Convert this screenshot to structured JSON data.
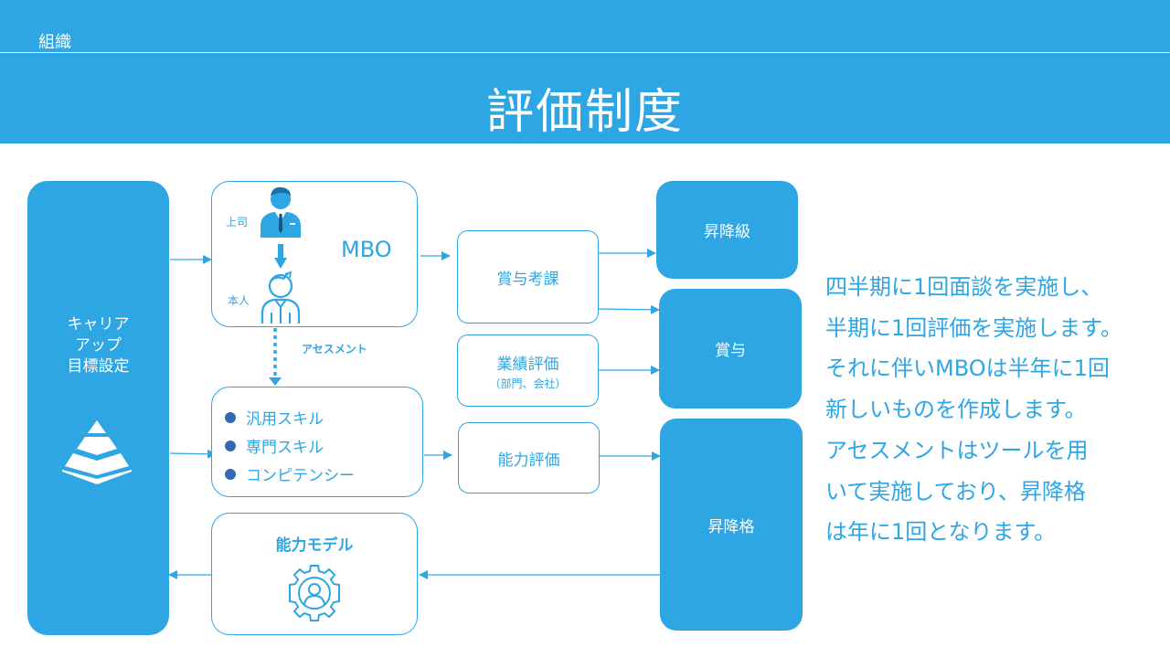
{
  "header": {
    "section_label": "組織",
    "title": "評価制度"
  },
  "career": {
    "lines": [
      "キャリア",
      "アップ",
      "目標設定"
    ],
    "icon": "pyramid-icon"
  },
  "mbo": {
    "label": "MBO",
    "boss_label": "上司",
    "self_label": "本人",
    "icons": [
      "businessman-icon",
      "employee-icon"
    ]
  },
  "assessment_label": "アセスメント",
  "skills": {
    "items": [
      "汎用スキル",
      "専門スキル",
      "コンピテンシー"
    ]
  },
  "ability_model": {
    "title": "能力モデル",
    "icon": "gear-person-icon"
  },
  "middle": {
    "bonus_review": "賞与考課",
    "performance": "業績評価",
    "performance_note": "（部門、会社）",
    "ability": "能力評価"
  },
  "outcomes": {
    "grade_change": "昇降級",
    "bonus": "賞与",
    "rank_change": "昇降格"
  },
  "description": {
    "lines": [
      "四半期に1回面談を実施し、",
      "半期に1回評価を実施します。",
      "それに伴いMBOは半年に1回",
      "新しいものを作成します。",
      "アセスメントはツールを用",
      "いて実施しており、昇降格",
      "は年に1回となります。"
    ]
  },
  "colors": {
    "accent": "#2ea6e4",
    "bullet": "#2f6bb5",
    "background": "#ffffff"
  }
}
